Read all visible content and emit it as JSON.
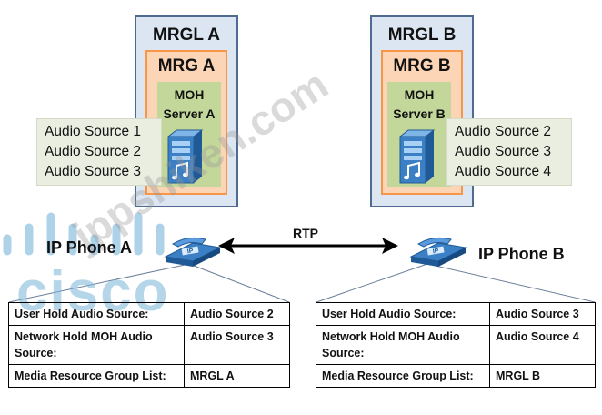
{
  "site_a": {
    "mrgl_title": "MRGL A",
    "mrg_title": "MRG A",
    "moh_line1": "MOH",
    "moh_line2": "Server  A",
    "audio_sources": [
      "Audio Source 1",
      "Audio Source 2",
      "Audio Source 3"
    ]
  },
  "site_b": {
    "mrgl_title": "MRGL B",
    "mrg_title": "MRG B",
    "moh_line1": "MOH",
    "moh_line2": "Server  B",
    "audio_sources": [
      "Audio Source 2",
      "Audio Source 3",
      "Audio Source 4"
    ]
  },
  "link_label": "RTP",
  "phone_a": {
    "label": "IP Phone A",
    "icon_text": "IP",
    "table": [
      [
        "User Hold Audio Source:",
        "Audio Source 2"
      ],
      [
        "Network Hold MOH Audio Source:",
        "Audio Source 3"
      ],
      [
        "Media Resource Group List:",
        "MRGL  A"
      ]
    ]
  },
  "phone_b": {
    "label": "IP Phone B",
    "icon_text": "IP",
    "table": [
      [
        "User Hold Audio Source:",
        "Audio Source 3"
      ],
      [
        "Network Hold MOH Audio Source:",
        "Audio Source 4"
      ],
      [
        "Media Resource Group List:",
        "MRGL  B"
      ]
    ]
  },
  "watermark": {
    "brand": "cisco",
    "site": "jppshiken.com"
  },
  "colors": {
    "mrgl_fill": "#dce6f2",
    "mrgl_border": "#4f6b8f",
    "mrg_fill": "#fbd5b5",
    "mrg_border": "#f79646",
    "moh_fill": "#c4d79b",
    "source_fill": "#eaeee0",
    "phone_blue": "#3b7fc4"
  }
}
